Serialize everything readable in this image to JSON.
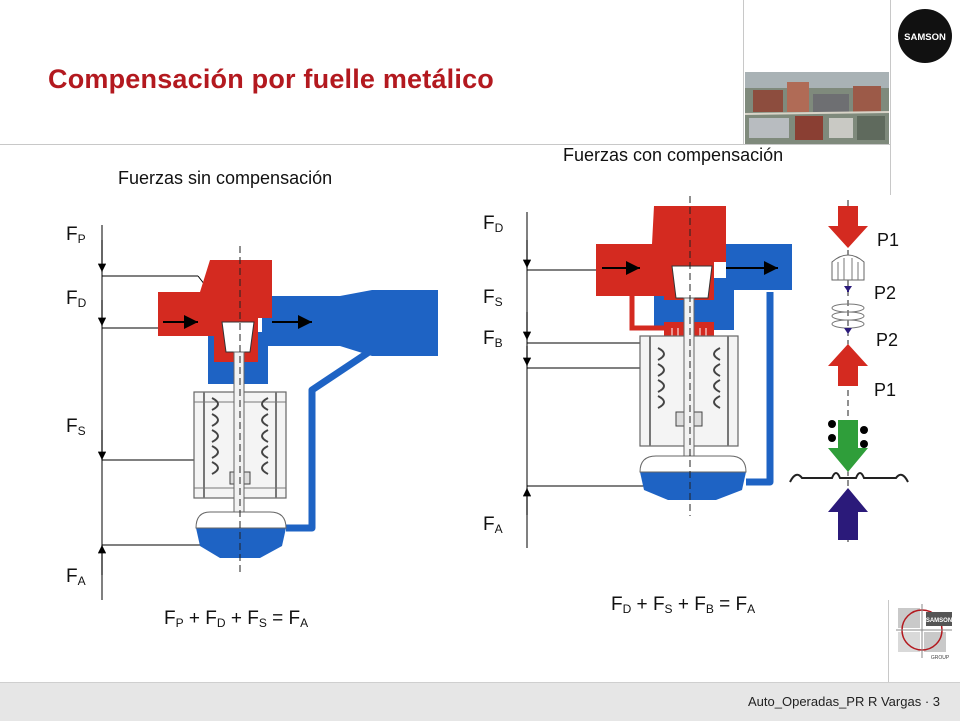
{
  "title": "Compensación por fuelle metálico",
  "logo_text": "SAMSON",
  "group_logo": {
    "brand": "SAMSON",
    "sub": "GROUP"
  },
  "footer": "Auto_Operadas_PR  R Vargas ·  3",
  "left": {
    "caption": "Fuerzas sin compensación",
    "labels": [
      {
        "main": "F",
        "sub": "P"
      },
      {
        "main": "F",
        "sub": "D"
      },
      {
        "main": "F",
        "sub": "S"
      },
      {
        "main": "F",
        "sub": "A"
      }
    ],
    "equation": [
      {
        "main": "F",
        "sub": "P"
      },
      {
        "op": " + "
      },
      {
        "main": "F",
        "sub": "D"
      },
      {
        "op": " + "
      },
      {
        "main": "F",
        "sub": "S"
      },
      {
        "op": " = "
      },
      {
        "main": "F",
        "sub": "A"
      }
    ]
  },
  "right": {
    "caption": "Fuerzas con compensación",
    "labels": [
      {
        "main": "F",
        "sub": "D"
      },
      {
        "main": "F",
        "sub": "S"
      },
      {
        "main": "F",
        "sub": "B"
      },
      {
        "main": "F",
        "sub": "A"
      }
    ],
    "equation": [
      {
        "main": "F",
        "sub": "D"
      },
      {
        "op": " + "
      },
      {
        "main": "F",
        "sub": "S"
      },
      {
        "op": " + "
      },
      {
        "main": "F",
        "sub": "B"
      },
      {
        "op": " = "
      },
      {
        "main": "F",
        "sub": "A"
      }
    ]
  },
  "pressures": [
    "P1",
    "P2",
    "P2",
    "P1"
  ],
  "colors": {
    "title": "#b3191f",
    "red": "#d42a20",
    "blue": "#1e63c4",
    "green": "#2f9e3a",
    "navy": "#2b1a7a"
  },
  "icons": [
    "samson-logo-icon",
    "aerial-photo-icon",
    "group-logo-icon",
    "valve-diagram-icon",
    "bellows-icon",
    "arrow-down-icon",
    "arrow-up-icon"
  ]
}
